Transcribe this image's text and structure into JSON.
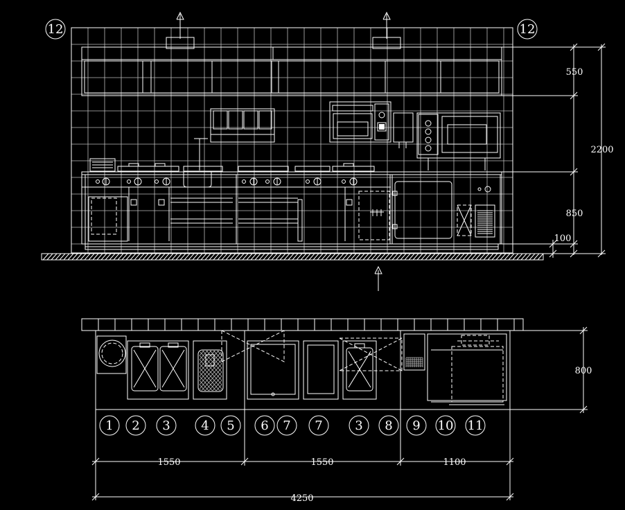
{
  "drawing": {
    "background": "#000000",
    "stroke_color": "#ffffff",
    "elevation": {
      "callout_left": "12",
      "callout_right": "12",
      "dim_upper_cabinet": "550",
      "dim_total_height": "2200",
      "dim_counter_height": "850",
      "dim_plinth": "100"
    },
    "plan": {
      "item_labels": [
        "1",
        "2",
        "3",
        "4",
        "5",
        "6",
        "7",
        "7",
        "3",
        "8",
        "9",
        "10",
        "11"
      ],
      "dim_depth": "800",
      "dim_segment_1": "1550",
      "dim_segment_2": "1550",
      "dim_segment_3": "1100",
      "dim_total_width": "4250"
    }
  }
}
